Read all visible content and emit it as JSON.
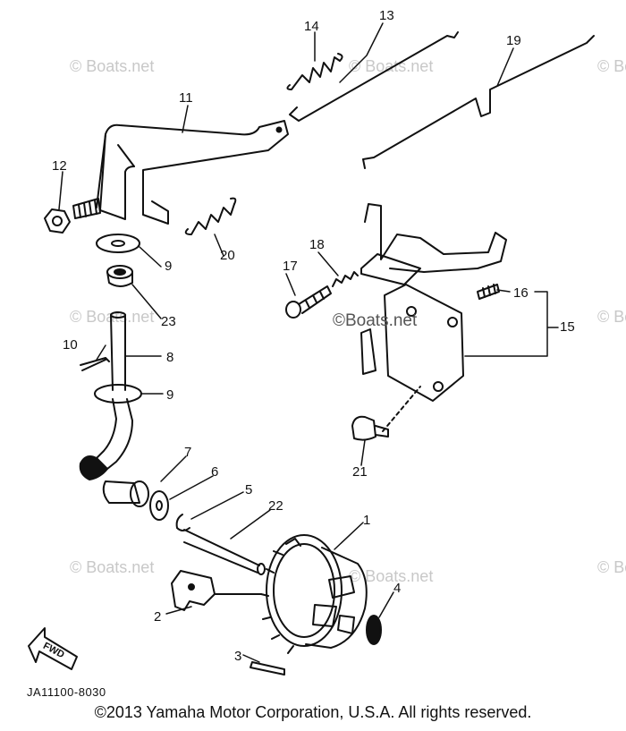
{
  "watermark": "© Boats.net",
  "watermark_center": "©Boats.net",
  "part_labels": {
    "p1": "1",
    "p2": "2",
    "p3": "3",
    "p4": "4",
    "p5": "5",
    "p6": "6",
    "p7": "7",
    "p8": "8",
    "p9a": "9",
    "p9b": "9",
    "p10": "10",
    "p11": "11",
    "p12": "12",
    "p13": "13",
    "p14": "14",
    "p15": "15",
    "p16": "16",
    "p17": "17",
    "p18": "18",
    "p19": "19",
    "p20": "20",
    "p21": "21",
    "p22": "22",
    "p23": "23"
  },
  "fwd_label": "FWD",
  "drawing_code": "JA11100-8030",
  "copyright": "©2013 Yamaha Motor Corporation, U.S.A. All rights reserved."
}
